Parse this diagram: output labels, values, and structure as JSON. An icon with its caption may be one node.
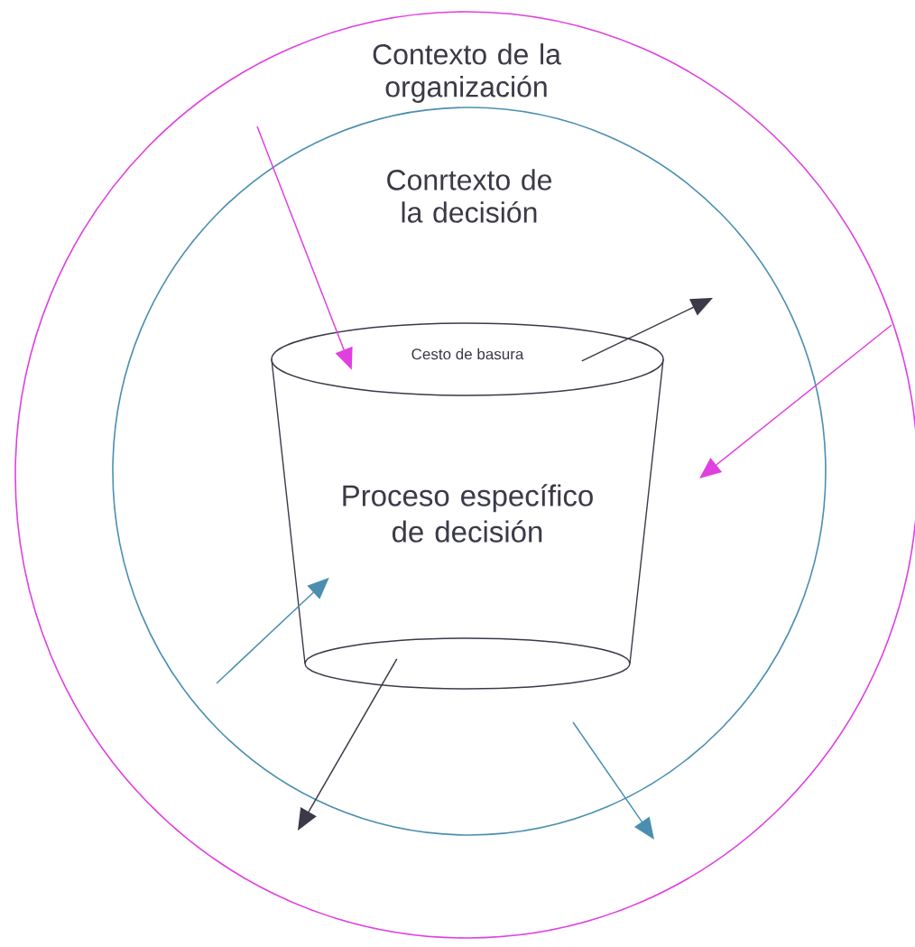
{
  "diagram": {
    "nodes": [
      {
        "text": [
          "Contexto de la organización"
        ]
      },
      {
        "text": [
          "Conrtexto de la decisión"
        ],
        "in": 0
      },
      {
        "text": [
          "Cesto de basura",
          "Proceso específico de decisión"
        ],
        "in": 1
      }
    ],
    "edges": [
      {
        "from": null,
        "to": 2,
        "arrow": "to",
        "color": "#e040e0"
      },
      {
        "from": 2,
        "to": null,
        "arrow": "to",
        "color": "#3a3a48"
      },
      {
        "from": 0,
        "to": null,
        "arrow": "to",
        "color": "#e040e0"
      },
      {
        "from": null,
        "to": 2,
        "arrow": "to",
        "color": "#4a8fb0"
      },
      {
        "from": 2,
        "to": null,
        "arrow": "to",
        "color": "#3a3a48"
      }
    ]
  }
}
